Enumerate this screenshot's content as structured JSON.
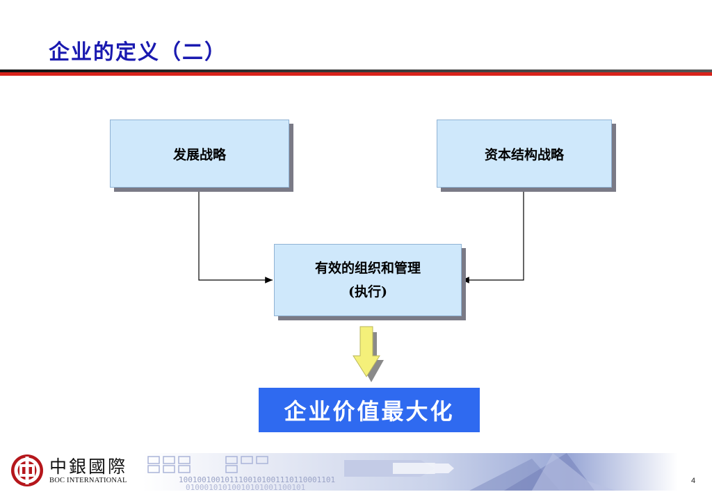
{
  "slide": {
    "title": "企业的定义（二）",
    "page_number": "4"
  },
  "diagram": {
    "box_development": "发展战略",
    "box_capital": "资本结构战略",
    "box_execution_line1": "有效的组织和管理",
    "box_execution_line2": "(执行)",
    "result": "企业价值最大化"
  },
  "footer": {
    "logo_cn": "中銀國際",
    "logo_en": "BOC INTERNATIONAL",
    "binary_line1": "1001001001011100101001110110001101",
    "binary_line2": "01000101010010101001100101"
  },
  "colors": {
    "title": "#1a1ab0",
    "box_fill": "#cfe8fb",
    "result_fill": "#2f6af0",
    "rule_red": "#d8231b",
    "arrow_yellow": "#f4f07a"
  }
}
